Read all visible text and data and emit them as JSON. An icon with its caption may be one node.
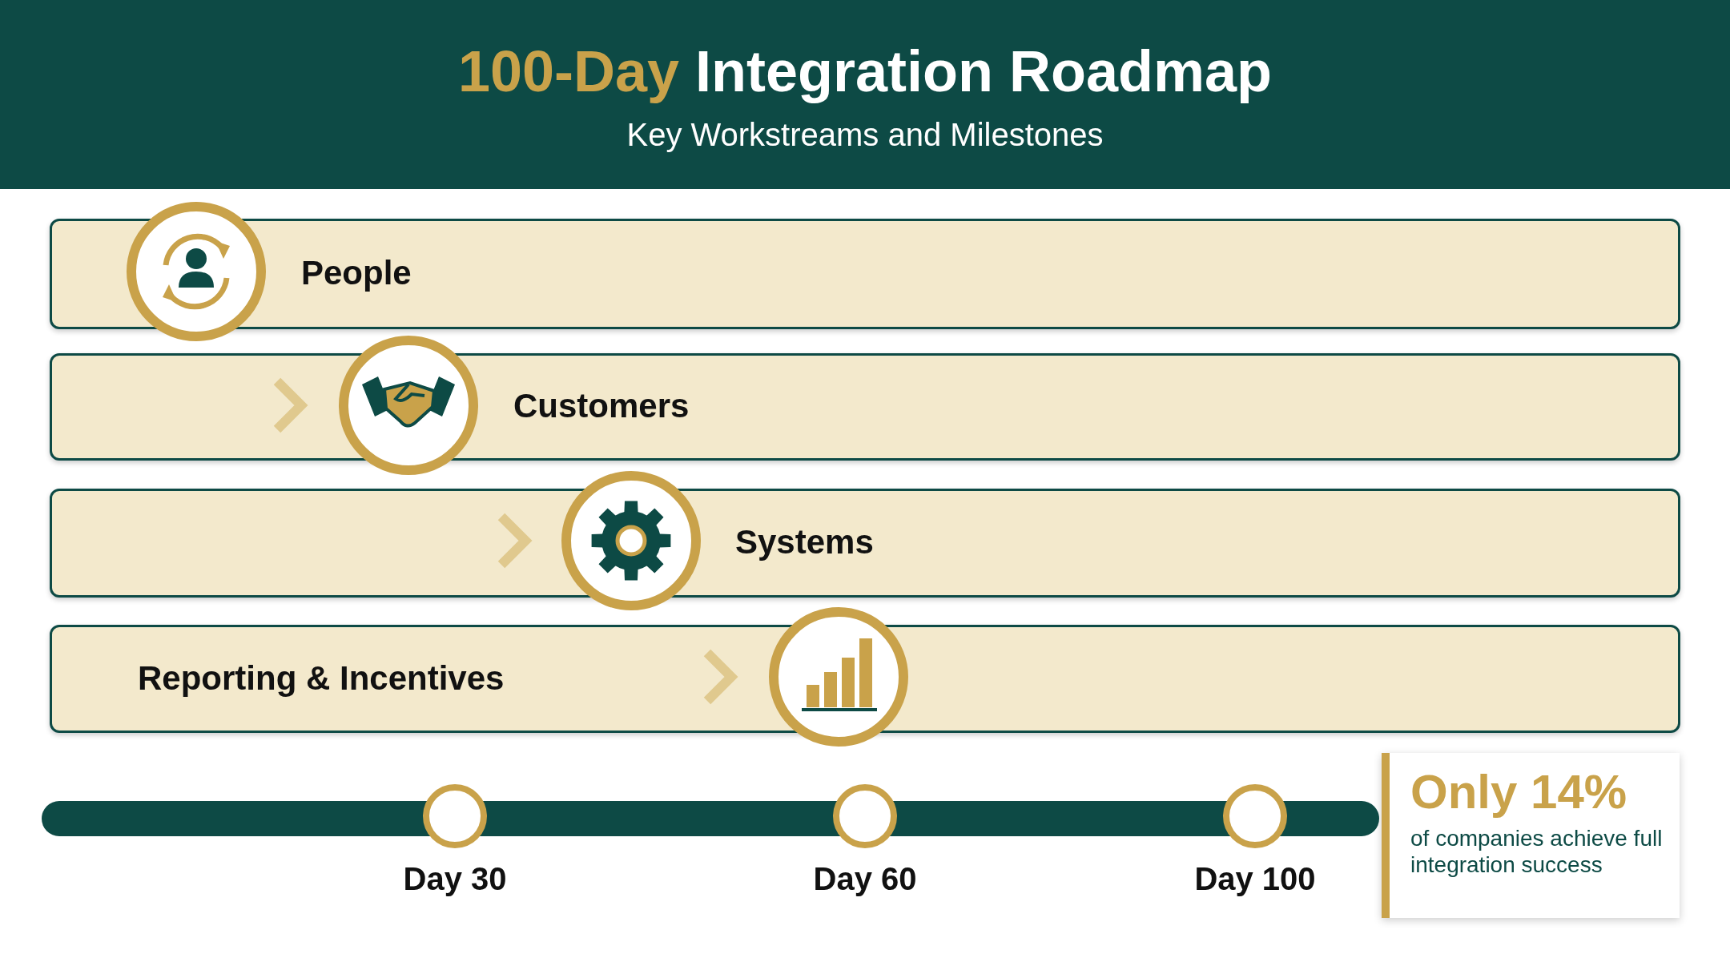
{
  "diagram": {
    "title": "**100-Day** Integration Roadmap",
    "nodes": [
      {
        "text": [
          "People"
        ]
      },
      {
        "text": [
          "Customers"
        ]
      },
      {
        "text": [
          "Systems"
        ]
      },
      {
        "text": [
          "Reporting & Incentives"
        ]
      },
      {
        "text": [],
        "shape": "bar"
      },
      {
        "text": [],
        "shape": "circle",
        "beside": [
          "Day 30"
        ]
      },
      {
        "text": [],
        "shape": "circle",
        "beside": [
          "Day 60"
        ]
      },
      {
        "text": [],
        "shape": "circle",
        "beside": [
          "Day 100"
        ]
      },
      {
        "text": [
          "Only 14%",
          "of companies achieve full integration success"
        ]
      }
    ],
    "labels": [
      "Key Workstreams and Milestones"
    ]
  }
}
